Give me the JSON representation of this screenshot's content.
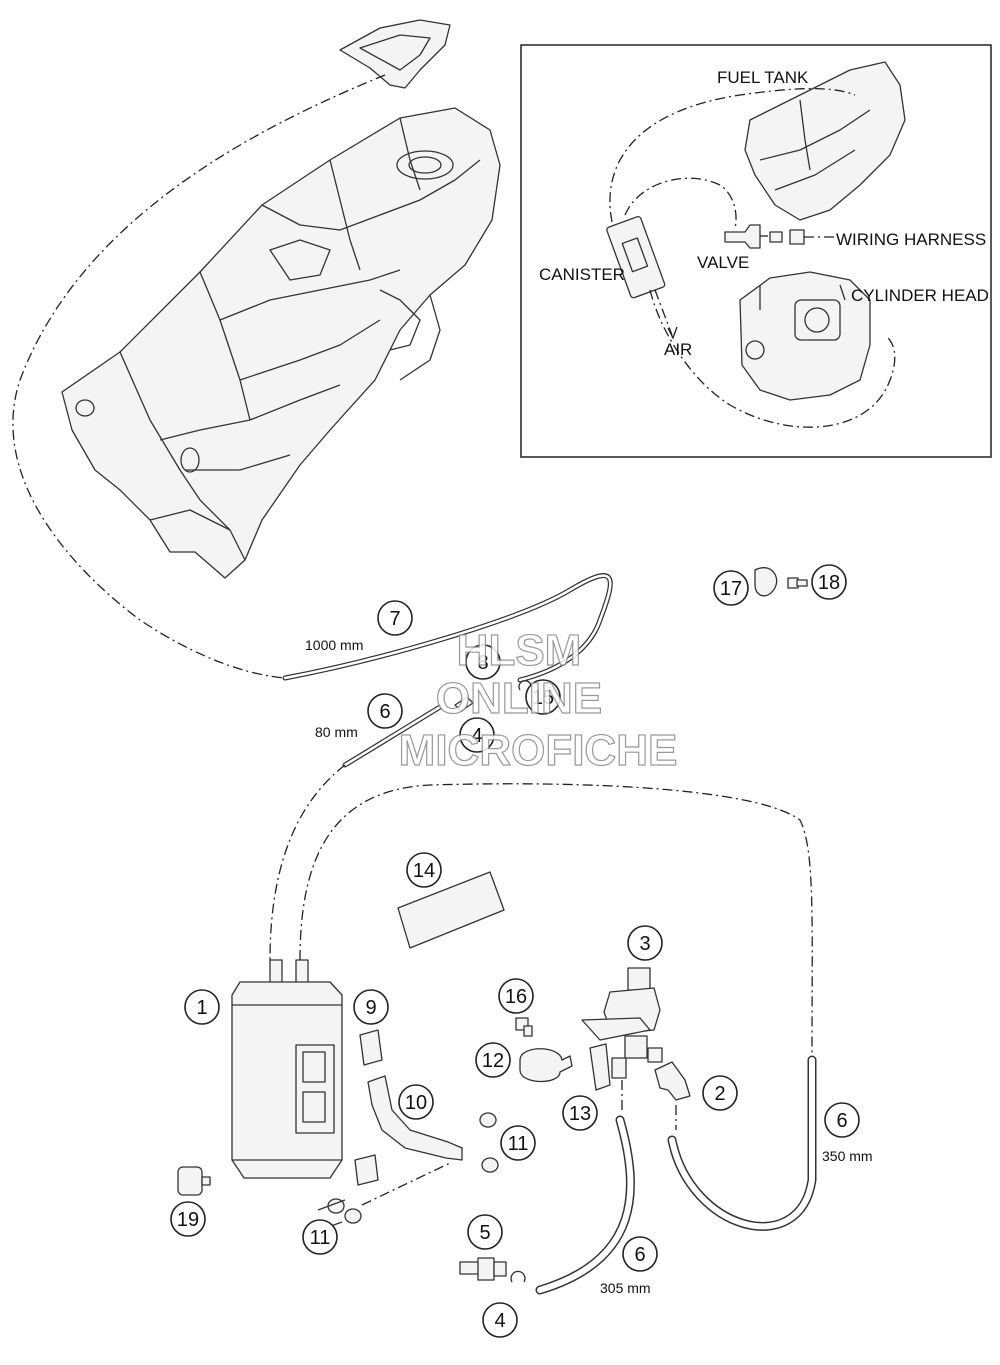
{
  "inset": {
    "fuel_tank": "FUEL TANK",
    "wiring_harness": "WIRING HARNESS",
    "valve": "VALVE",
    "canister": "CANISTER",
    "cylinder_head": "CYLINDER HEAD",
    "air": "AIR"
  },
  "callouts": {
    "c1": "1",
    "c2": "2",
    "c3": "3",
    "c4a": "4",
    "c4b": "4",
    "c5": "5",
    "c6a": "6",
    "c6b": "6",
    "c6c": "6",
    "c7": "7",
    "c8": "8",
    "c9": "9",
    "c10": "10",
    "c11a": "11",
    "c11b": "11",
    "c12": "12",
    "c13": "13",
    "c14": "14",
    "c15": "15",
    "c16": "16",
    "c17": "17",
    "c18": "18",
    "c19": "19"
  },
  "dimensions": {
    "d1000": "1000 mm",
    "d80": "80 mm",
    "d350": "350 mm",
    "d305": "305 mm"
  },
  "watermark": {
    "line1": "HLSM",
    "line2": "ONLINE",
    "line3": "MICROFICHE"
  }
}
